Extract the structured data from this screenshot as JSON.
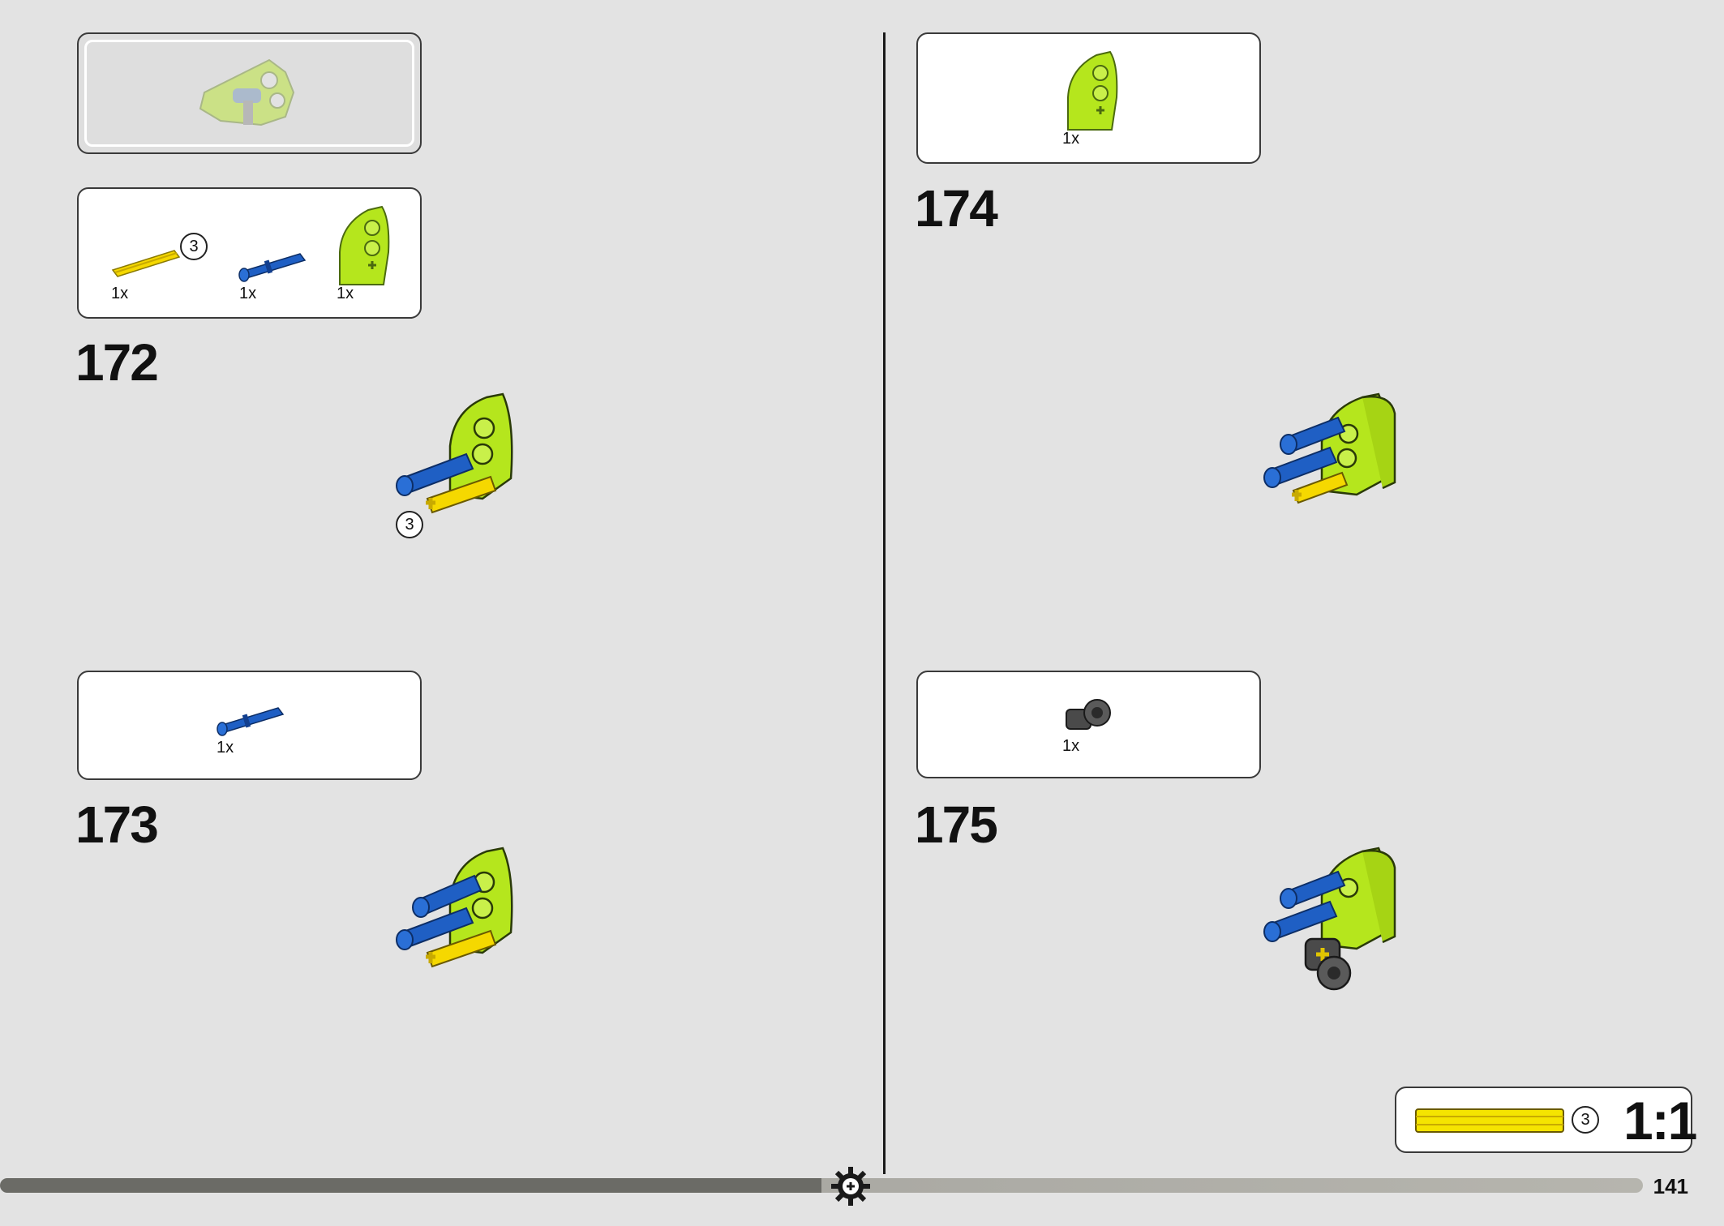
{
  "steps": [
    {
      "number": "172",
      "parts": [
        {
          "qty": "1x",
          "icon": "yellow-axle-icon",
          "length": "3"
        },
        {
          "qty": "1x",
          "icon": "blue-pin-icon"
        },
        {
          "qty": "1x",
          "icon": "lime-beam-icon"
        }
      ],
      "callout_length": "3"
    },
    {
      "number": "173",
      "parts": [
        {
          "qty": "1x",
          "icon": "blue-pin-icon"
        }
      ]
    },
    {
      "number": "174",
      "parts": [
        {
          "qty": "1x",
          "icon": "lime-beam-icon"
        }
      ]
    },
    {
      "number": "175",
      "parts": [
        {
          "qty": "1x",
          "icon": "dark-gray-connector-icon"
        }
      ]
    }
  ],
  "scale_box": {
    "length": "3",
    "label": "1:1"
  },
  "page_number": "141",
  "colors": {
    "lime": "#b5e61d",
    "blue": "#1f5fc4",
    "yellow": "#f5d800",
    "gray": "#4a4a4a"
  }
}
